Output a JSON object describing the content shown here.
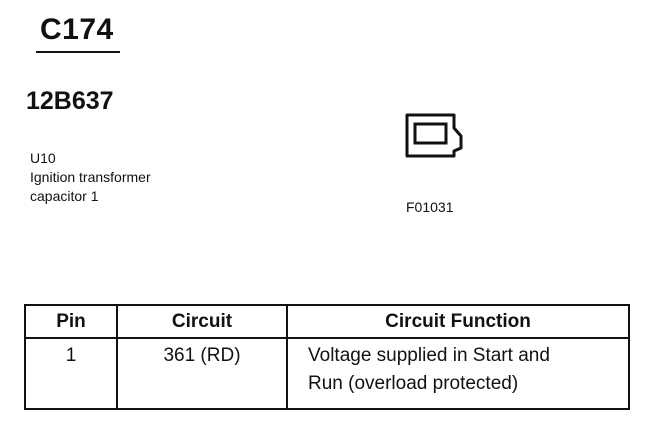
{
  "header": {
    "connector_id": "C174",
    "part_number": "12B637"
  },
  "component": {
    "line1": "U10",
    "line2": "Ignition transformer",
    "line3": "capacitor 1"
  },
  "figure": {
    "code": "F01031",
    "icon": "connector-outline-icon"
  },
  "table": {
    "headers": {
      "pin": "Pin",
      "circuit": "Circuit",
      "function": "Circuit Function"
    },
    "rows": [
      {
        "pin": "1",
        "circuit": "361 (RD)",
        "function_line1": "Voltage supplied in Start and",
        "function_line2": "Run (overload protected)"
      }
    ]
  }
}
